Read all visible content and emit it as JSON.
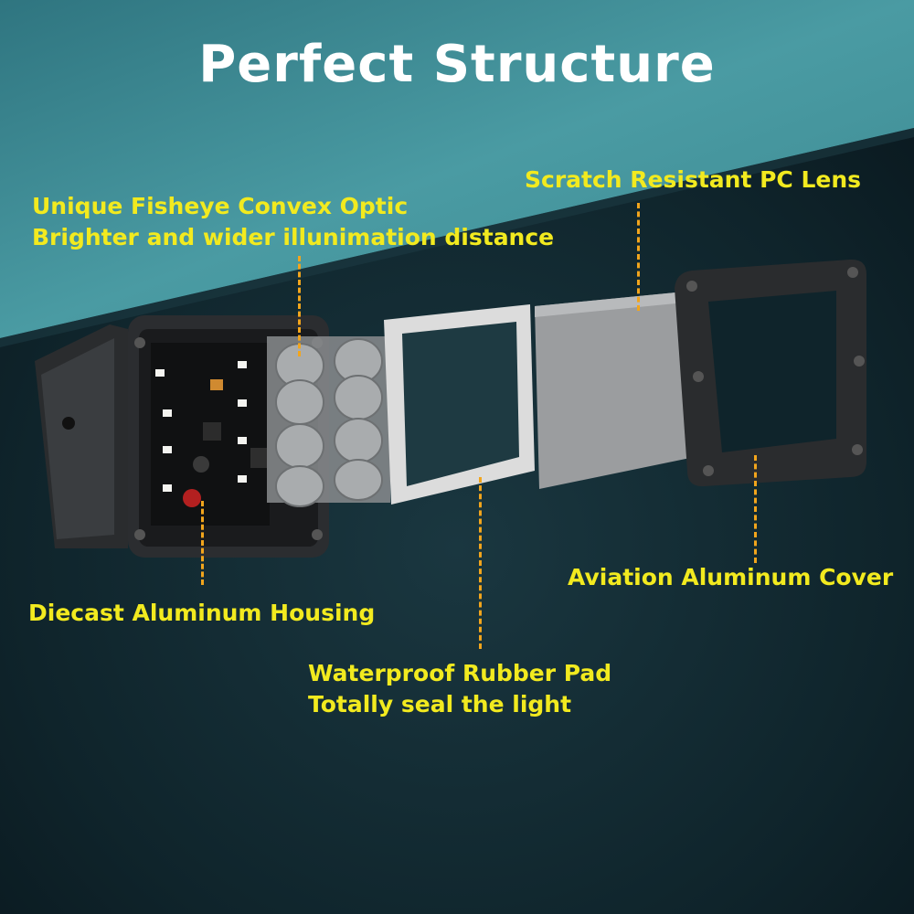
{
  "title": "Perfect Structure",
  "labels": {
    "optic_line1": "Unique Fisheye Convex Optic",
    "optic_line2": "Brighter and wider illunimation distance",
    "lens": "Scratch Resistant PC Lens",
    "housing": "Diecast Aluminum Housing",
    "pad_line1": "Waterproof Rubber Pad",
    "pad_line2": "Totally seal the light",
    "cover": "Aviation Aluminum Cover"
  },
  "colors": {
    "label_text": "#f2ea1f",
    "leader_line": "#f2a51c",
    "title_text": "#ffffff",
    "background_teal": "#3f8e96",
    "background_dark": "#0c1a20"
  }
}
